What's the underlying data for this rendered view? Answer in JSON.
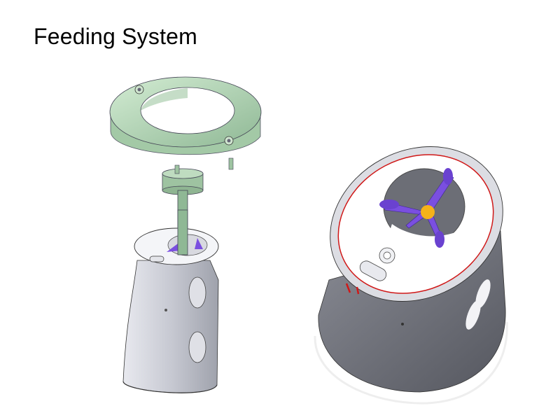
{
  "slide": {
    "title": "Feeding System"
  },
  "figures": [
    {
      "name": "feeding-assembly-with-fixture",
      "description": "Green ring fixture on shaft inserted into grey handheld housing with purple cutter"
    },
    {
      "name": "housing-top-closeup",
      "description": "Close-up of housing opening with purple four-blade cutter and orange hub"
    }
  ],
  "colors": {
    "fixture_green": "#b9dcbc",
    "housing_grey": "#c9cbd4",
    "housing_dark": "#6e7079",
    "cutter_purple": "#7a4fe0",
    "hub_orange": "#f5b21a",
    "edge_red": "#d01818"
  }
}
